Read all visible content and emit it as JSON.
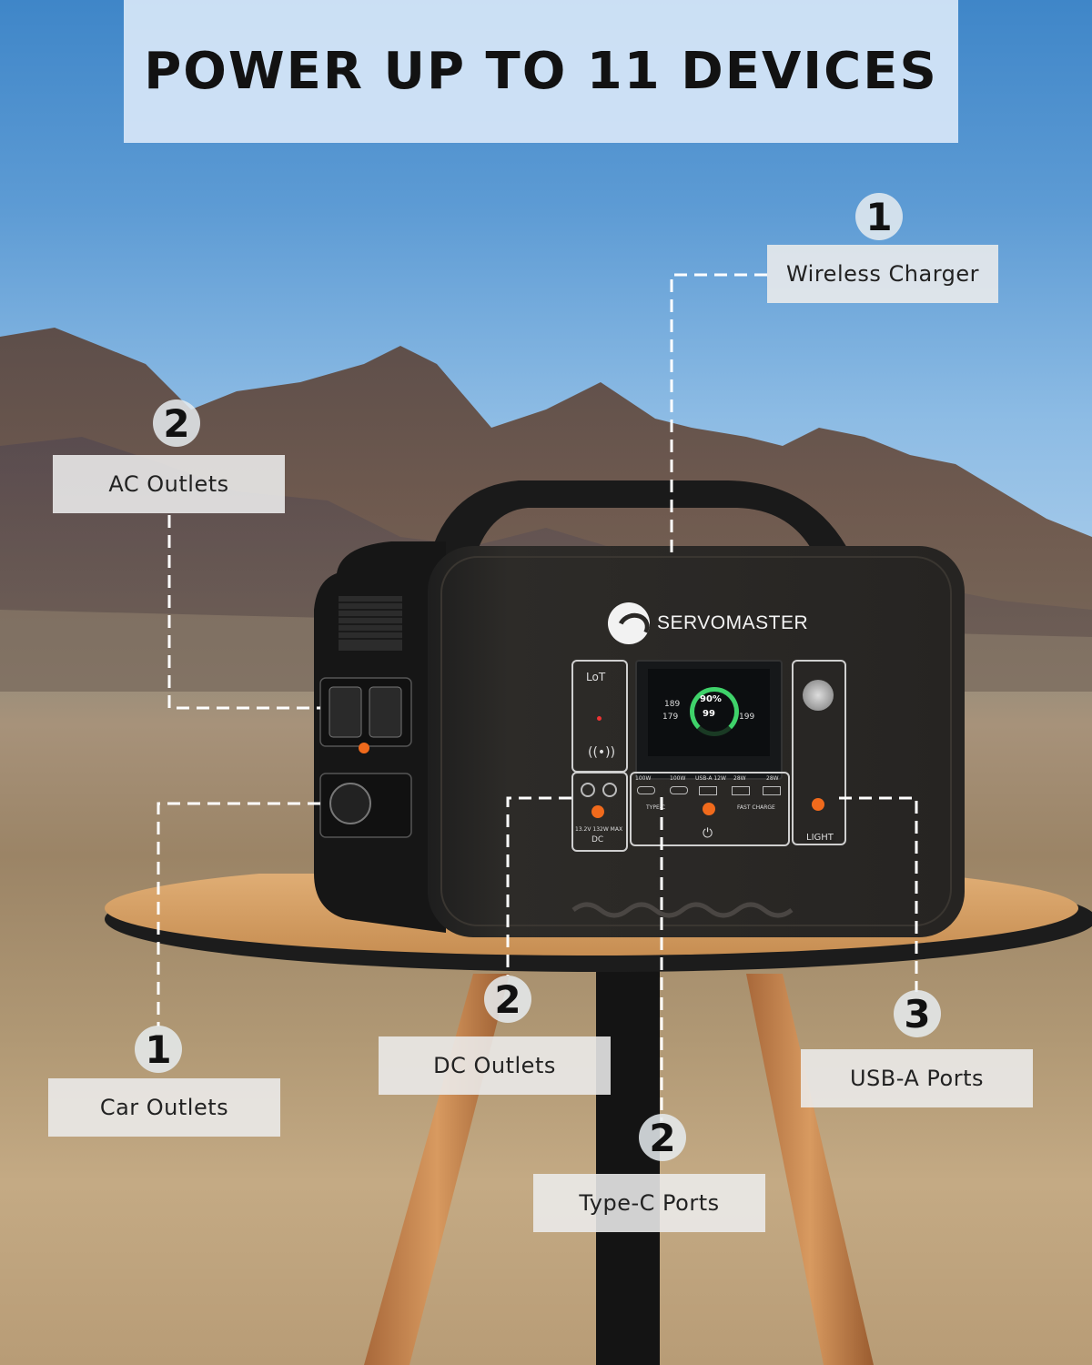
{
  "header": {
    "title": "POWER UP TO 11 DEVICES"
  },
  "device": {
    "brand": "SERVOMASTER",
    "lot_label": "LoT",
    "screen": {
      "battery_pct": "90%",
      "value2": "99",
      "in_w": "189",
      "out_w": "179",
      "out2": "199"
    },
    "port_labels": {
      "type_c_1": "100W",
      "type_c_2": "100W",
      "usb_a_1": "USB-A 12W",
      "usb_a_2": "28W",
      "usb_a_3": "28W",
      "type_c_group": "TYPE-C",
      "fast_charge": "FAST CHARGE",
      "dc_rating": "13.2V 132W MAX",
      "dc": "DC",
      "light": "LIGHT"
    }
  },
  "callouts": [
    {
      "id": "wireless",
      "count": "1",
      "label": "Wireless Charger"
    },
    {
      "id": "ac",
      "count": "2",
      "label": "AC Outlets"
    },
    {
      "id": "car",
      "count": "1",
      "label": "Car Outlets"
    },
    {
      "id": "dc",
      "count": "2",
      "label": "DC Outlets"
    },
    {
      "id": "usba",
      "count": "3",
      "label": "USB-A Ports"
    },
    {
      "id": "typec",
      "count": "2",
      "label": "Type-C Ports"
    }
  ],
  "colors": {
    "accent_orange": "#f06a1c",
    "screen_green": "#3fd26a",
    "header_bg": "#d6e6f7"
  }
}
